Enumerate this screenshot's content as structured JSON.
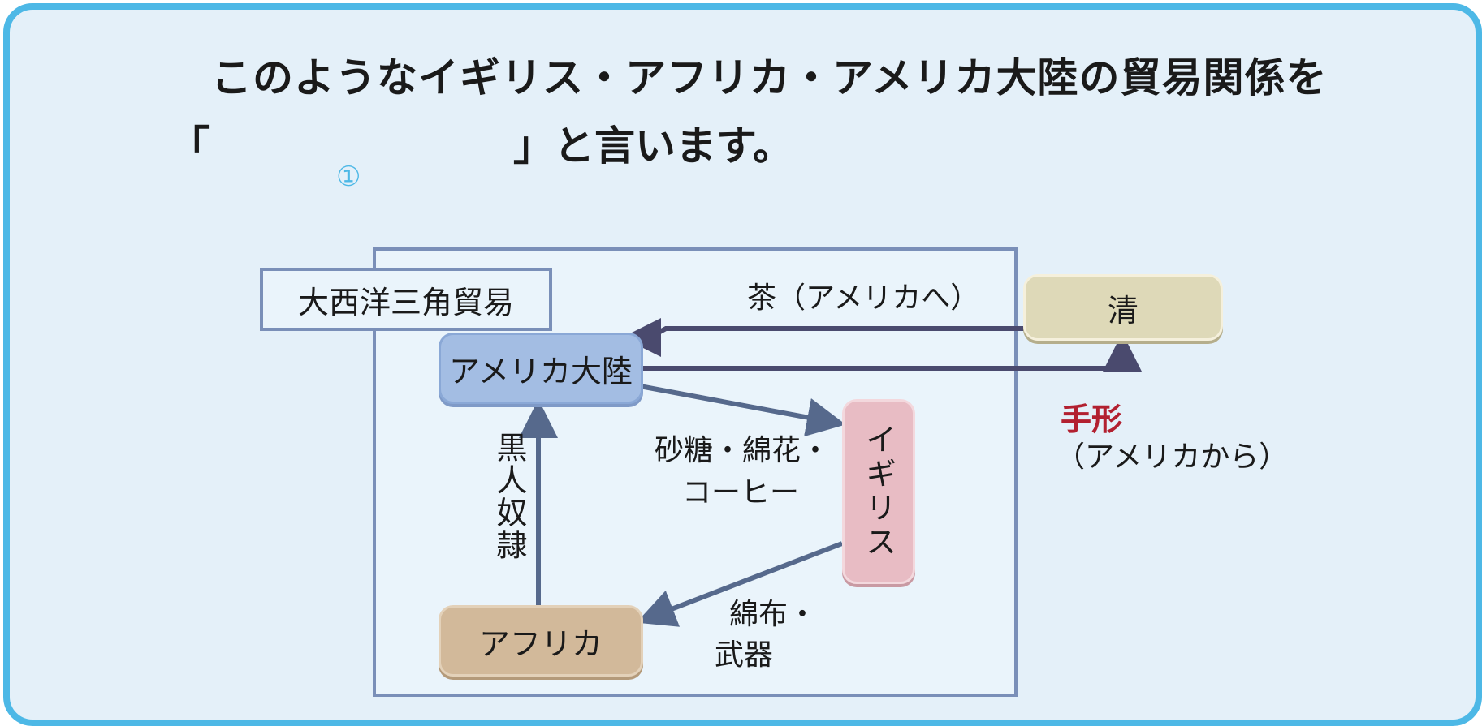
{
  "question": {
    "line1": "このようなイギリス・アフリカ・アメリカ大陸の貿易関係を",
    "bracket_open": "「",
    "line2_end": "」と言います。",
    "blank_number": "①"
  },
  "diagram": {
    "label": "大西洋三角貿易",
    "nodes": {
      "america": "アメリカ大陸",
      "qing": "清",
      "igirisu": "イギリス",
      "africa": "アフリカ"
    },
    "flows": {
      "tea": "茶（アメリカへ）",
      "tegata": "手形",
      "tegata_from": "（アメリカから）",
      "sugar_line1": "砂糖・綿花・",
      "sugar_line2": "コーヒー",
      "slaves": "黒人奴隷",
      "cloth_line1": "綿布・",
      "cloth_line2": "武器"
    }
  },
  "colors": {
    "frame": "#4db8e6",
    "arrow_dark": "#4a4a6e",
    "arrow_blue": "#56698c",
    "tegata": "#b22030"
  }
}
